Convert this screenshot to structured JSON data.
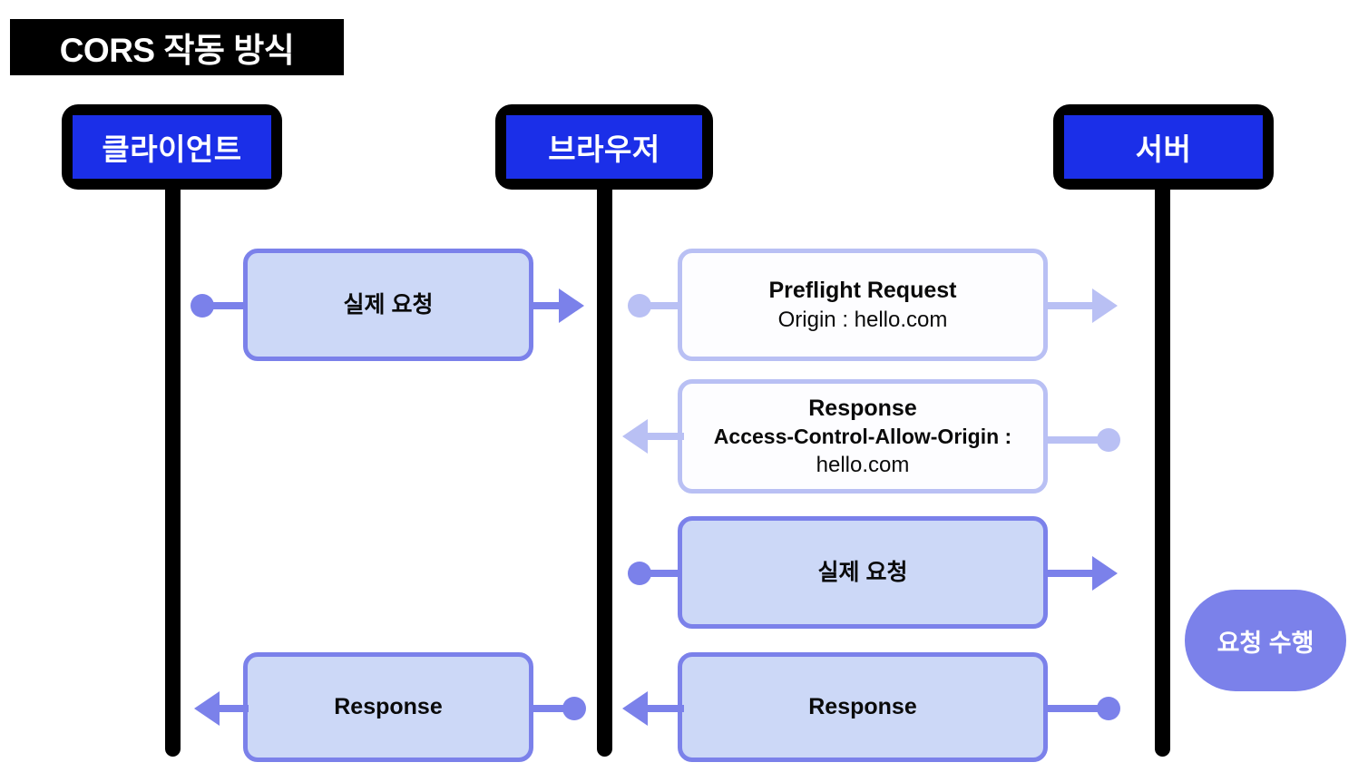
{
  "title": {
    "text": "CORS 작동 방식"
  },
  "colors": {
    "actor_fill": "#1b2fe8",
    "actor_border": "#000000",
    "lifeline": "#000000",
    "strong_accent": "#7b81ea",
    "pale_accent": "#b9c0f4",
    "box_fill": "#ccd8f7",
    "box_outline_fill": "#fdfdff",
    "banner_bg": "#000000",
    "banner_text": "#ffffff",
    "page_bg": "#ffffff"
  },
  "actors": [
    {
      "id": "client",
      "label": "클라이언트"
    },
    {
      "id": "browser",
      "label": "브라우저"
    },
    {
      "id": "server",
      "label": "서버"
    }
  ],
  "messages": [
    {
      "id": "client-to-browser-actual-request",
      "lines": [
        "실제 요청"
      ],
      "from": "client",
      "to": "browser",
      "direction": "right",
      "style": "filled",
      "accent": "strong"
    },
    {
      "id": "browser-to-server-preflight",
      "lines": [
        "Preflight Request",
        "Origin : hello.com"
      ],
      "from": "browser",
      "to": "server",
      "direction": "right",
      "style": "outline",
      "accent": "pale"
    },
    {
      "id": "server-to-browser-preflight-response",
      "lines": [
        "Response",
        "Access-Control-Allow-Origin :",
        "hello.com"
      ],
      "from": "server",
      "to": "browser",
      "direction": "left",
      "style": "outline",
      "accent": "pale"
    },
    {
      "id": "browser-to-server-actual-request",
      "lines": [
        "실제 요청"
      ],
      "from": "browser",
      "to": "server",
      "direction": "right",
      "style": "filled",
      "accent": "strong"
    },
    {
      "id": "server-to-browser-response",
      "lines": [
        "Response"
      ],
      "from": "server",
      "to": "browser",
      "direction": "left",
      "style": "filled",
      "accent": "strong"
    },
    {
      "id": "browser-to-client-response",
      "lines": [
        "Response"
      ],
      "from": "browser",
      "to": "client",
      "direction": "left",
      "style": "filled",
      "accent": "strong"
    }
  ],
  "note": {
    "id": "server-note",
    "label": "요청 수행"
  }
}
